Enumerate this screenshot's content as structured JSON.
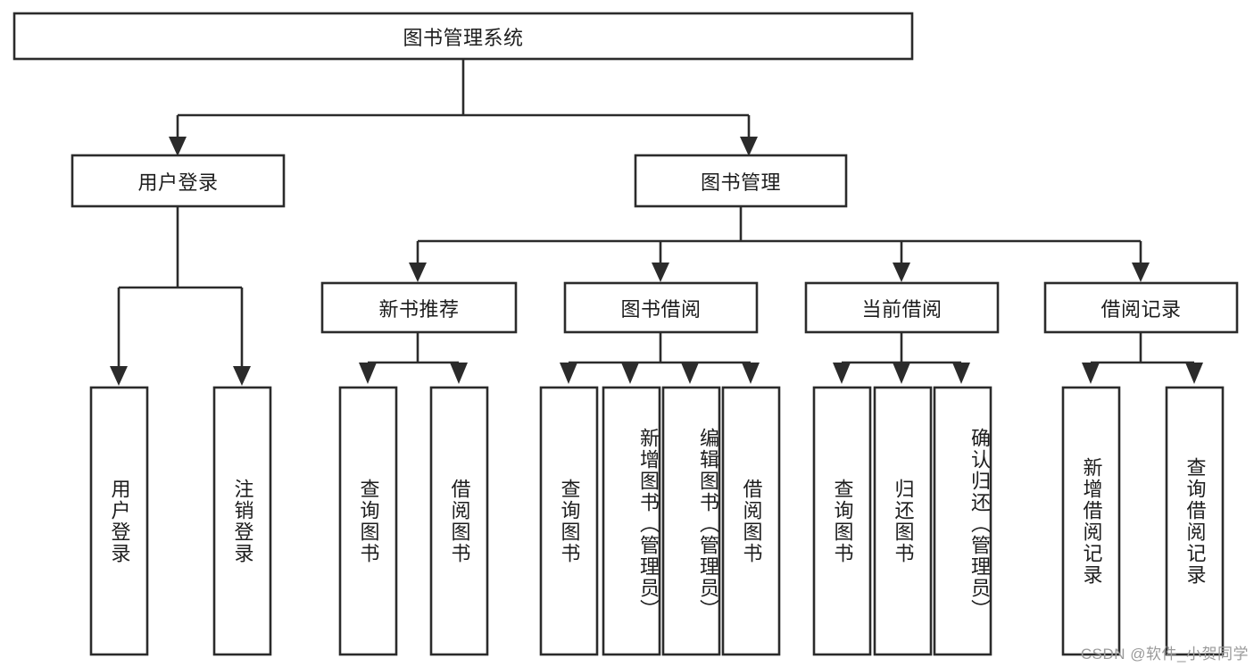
{
  "diagram": {
    "title": "图书管理系统",
    "type": "tree",
    "watermark": "CSDN @软件_小贺同学",
    "theme": {
      "background": "#ffffff",
      "box_fill": "#ffffff",
      "box_stroke": "#2b2b2b",
      "connector": "#2b2b2b",
      "text": "#1d1d1d",
      "watermark_color": "#9a9a9a"
    },
    "levels": {
      "root": {
        "label": "图书管理系统"
      },
      "level2": [
        {
          "label": "用户登录"
        },
        {
          "label": "图书管理"
        }
      ],
      "level3": [
        {
          "label": "新书推荐"
        },
        {
          "label": "图书借阅"
        },
        {
          "label": "当前借阅"
        },
        {
          "label": "借阅记录"
        }
      ],
      "leaves": {
        "user_login": [
          {
            "label": "用户登录"
          },
          {
            "label": "注销登录"
          }
        ],
        "new_book_recommend": [
          {
            "label": "查询图书"
          },
          {
            "label": "借阅图书"
          }
        ],
        "book_borrow": [
          {
            "label": "查询图书"
          },
          {
            "label": "新增图书（管理员）"
          },
          {
            "label": "编辑图书（管理员）"
          },
          {
            "label": "借阅图书"
          }
        ],
        "current_borrow": [
          {
            "label": "查询图书"
          },
          {
            "label": "归还图书"
          },
          {
            "label": "确认归还（管理员）"
          }
        ],
        "borrow_record": [
          {
            "label": "新增借阅记录"
          },
          {
            "label": "查询借阅记录"
          }
        ]
      }
    }
  }
}
